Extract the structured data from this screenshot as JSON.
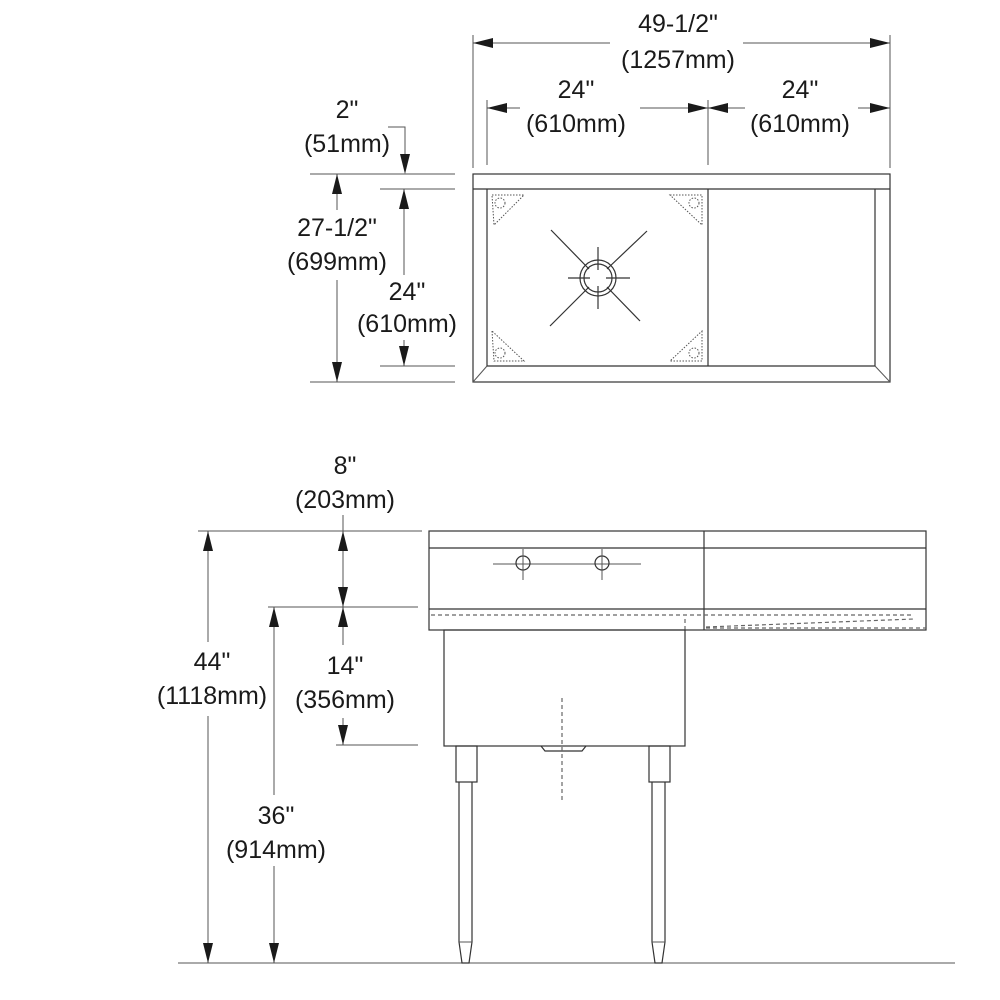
{
  "top_view": {
    "overall_width": {
      "imperial": "49-1/2\"",
      "metric": "(1257mm)"
    },
    "bowl_width": {
      "imperial": "24\"",
      "metric": "(610mm)"
    },
    "drainboard_width": {
      "imperial": "24\"",
      "metric": "(610mm)"
    },
    "backsplash_depth": {
      "imperial": "2\"",
      "metric": "(51mm)"
    },
    "overall_depth": {
      "imperial": "27-1/2\"",
      "metric": "(699mm)"
    },
    "bowl_depth": {
      "imperial": "24\"",
      "metric": "(610mm)"
    }
  },
  "front_view": {
    "backsplash_height": {
      "imperial": "8\"",
      "metric": "(203mm)"
    },
    "overall_height": {
      "imperial": "44\"",
      "metric": "(1118mm)"
    },
    "bowl_depth": {
      "imperial": "14\"",
      "metric": "(356mm)"
    },
    "rim_height": {
      "imperial": "36\"",
      "metric": "(914mm)"
    }
  }
}
